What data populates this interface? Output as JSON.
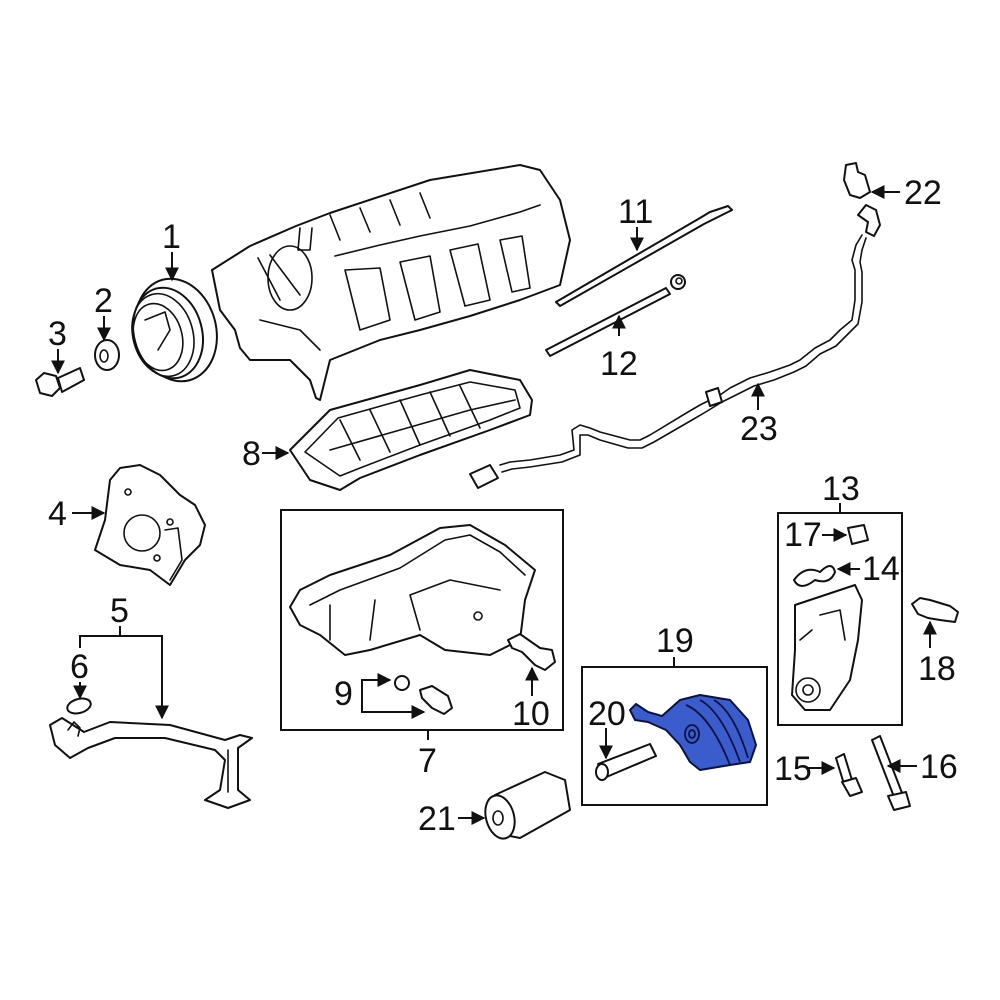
{
  "diagram": {
    "title": "Engine lubrication components exploded view",
    "highlight_color": "#3a5ccc",
    "line_color": "#111111",
    "background": "#ffffff",
    "highlighted_part": "19",
    "callouts": [
      {
        "id": "c1",
        "label": "1",
        "part": "crankshaft-pulley"
      },
      {
        "id": "c2",
        "label": "2",
        "part": "washer"
      },
      {
        "id": "c3",
        "label": "3",
        "part": "pulley-bolt"
      },
      {
        "id": "c4",
        "label": "4",
        "part": "oil-pump"
      },
      {
        "id": "c5",
        "label": "5",
        "part": "oil-pickup-tube"
      },
      {
        "id": "c6",
        "label": "6",
        "part": "pickup-o-ring"
      },
      {
        "id": "c7",
        "label": "7",
        "part": "oil-pan-assembly"
      },
      {
        "id": "c8",
        "label": "8",
        "part": "upper-oil-pan"
      },
      {
        "id": "c9",
        "label": "9",
        "part": "drain-plug-and-gasket"
      },
      {
        "id": "c10",
        "label": "10",
        "part": "oil-pan-stud"
      },
      {
        "id": "c11",
        "label": "11",
        "part": "dipstick"
      },
      {
        "id": "c12",
        "label": "12",
        "part": "dipstick-tube"
      },
      {
        "id": "c13",
        "label": "13",
        "part": "filter-adapter-assembly"
      },
      {
        "id": "c14",
        "label": "14",
        "part": "adapter-gasket"
      },
      {
        "id": "c15",
        "label": "15",
        "part": "adapter-bolt"
      },
      {
        "id": "c16",
        "label": "16",
        "part": "adapter-long-bolt"
      },
      {
        "id": "c17",
        "label": "17",
        "part": "adapter-seal"
      },
      {
        "id": "c18",
        "label": "18",
        "part": "oil-pressure-sensor"
      },
      {
        "id": "c19",
        "label": "19",
        "part": "oil-cooler-assembly"
      },
      {
        "id": "c20",
        "label": "20",
        "part": "cooler-bolt"
      },
      {
        "id": "c21",
        "label": "21",
        "part": "oil-filter"
      },
      {
        "id": "c22",
        "label": "22",
        "part": "level-sensor"
      },
      {
        "id": "c23",
        "label": "23",
        "part": "sensor-harness"
      }
    ]
  }
}
